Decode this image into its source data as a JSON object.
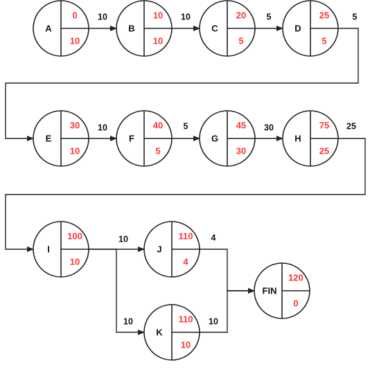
{
  "nodes": [
    {
      "id": "A",
      "top": "0",
      "bottom": "10"
    },
    {
      "id": "B",
      "top": "10",
      "bottom": "10"
    },
    {
      "id": "C",
      "top": "20",
      "bottom": "5"
    },
    {
      "id": "D",
      "top": "25",
      "bottom": "5"
    },
    {
      "id": "E",
      "top": "30",
      "bottom": "10"
    },
    {
      "id": "F",
      "top": "40",
      "bottom": "5"
    },
    {
      "id": "G",
      "top": "45",
      "bottom": "30"
    },
    {
      "id": "H",
      "top": "75",
      "bottom": "25"
    },
    {
      "id": "I",
      "top": "100",
      "bottom": "10"
    },
    {
      "id": "J",
      "top": "110",
      "bottom": "4"
    },
    {
      "id": "K",
      "top": "110",
      "bottom": "10"
    },
    {
      "id": "FIN",
      "top": "120",
      "bottom": "0"
    }
  ],
  "edges": [
    {
      "from": "A",
      "to": "B",
      "label": "10"
    },
    {
      "from": "B",
      "to": "C",
      "label": "10"
    },
    {
      "from": "C",
      "to": "D",
      "label": "5"
    },
    {
      "from": "D",
      "to": "E",
      "label": "5"
    },
    {
      "from": "E",
      "to": "F",
      "label": "10"
    },
    {
      "from": "F",
      "to": "G",
      "label": "5"
    },
    {
      "from": "G",
      "to": "H",
      "label": "30"
    },
    {
      "from": "H",
      "to": "I",
      "label": "25"
    },
    {
      "from": "I",
      "to": "J",
      "label": "10"
    },
    {
      "from": "I",
      "to": "K",
      "label": "10"
    },
    {
      "from": "J",
      "to": "FIN",
      "label": "4"
    },
    {
      "from": "K",
      "to": "FIN",
      "label": "10"
    }
  ],
  "colors": {
    "value": "#ff3333",
    "stroke": "#222222",
    "text": "#111111"
  }
}
